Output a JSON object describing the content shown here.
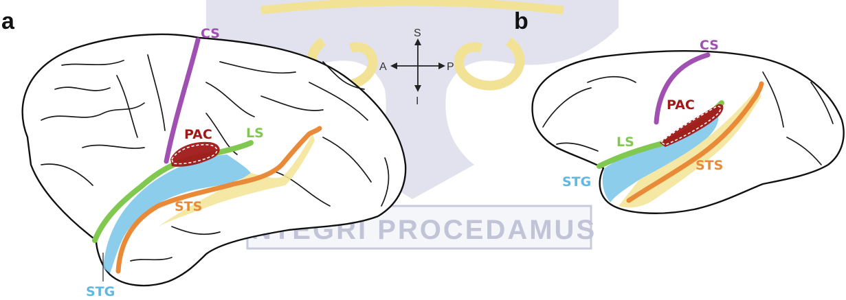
{
  "panels": {
    "a": "a",
    "b": "b"
  },
  "labels": {
    "human": {
      "cs": "CS",
      "pac": "PAC",
      "ls": "LS",
      "sts": "STS",
      "stg": "STG"
    },
    "macaque": {
      "cs": "CS",
      "pac": "PAC",
      "ls": "LS",
      "sts": "STS",
      "stg": "STG"
    }
  },
  "orientation": {
    "superior": "S",
    "inferior": "I",
    "anterior": "A",
    "posterior": "P"
  },
  "watermark": {
    "text": "INTEGRI PROCEDAMUS"
  },
  "colors": {
    "cs": "#a050b0",
    "pac": "#a01818",
    "ls": "#80c850",
    "sts": "#e88a38",
    "stg": "#60b8e0",
    "stg_fill": "#7ec8e8",
    "sts_fill": "#f4e59a",
    "watermark": "#8f93b8",
    "watermark_gold": "#e8cc40"
  }
}
